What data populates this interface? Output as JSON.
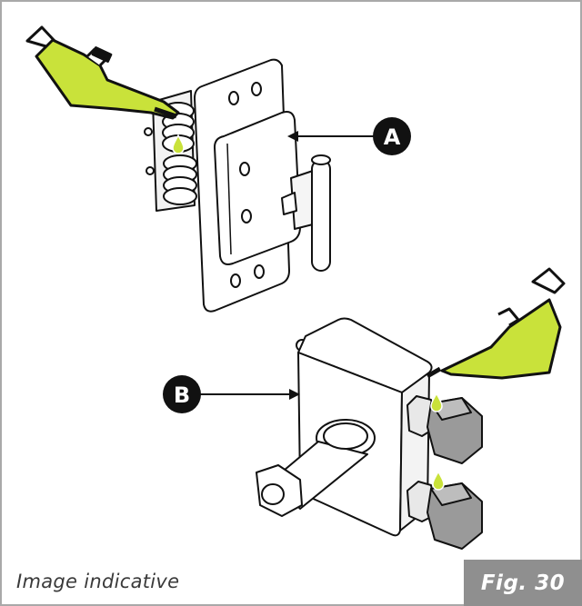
{
  "figure": {
    "caption": "Image indicative",
    "label": "Fig. 30"
  },
  "callouts": {
    "a": "A",
    "b": "B"
  },
  "colors": {
    "oil": "#c9e23a",
    "outline": "#111111",
    "label_bg": "#8f8f8f",
    "border": "#a9a9a9"
  },
  "icons": [
    "oil-can-icon",
    "oil-drop-icon"
  ]
}
